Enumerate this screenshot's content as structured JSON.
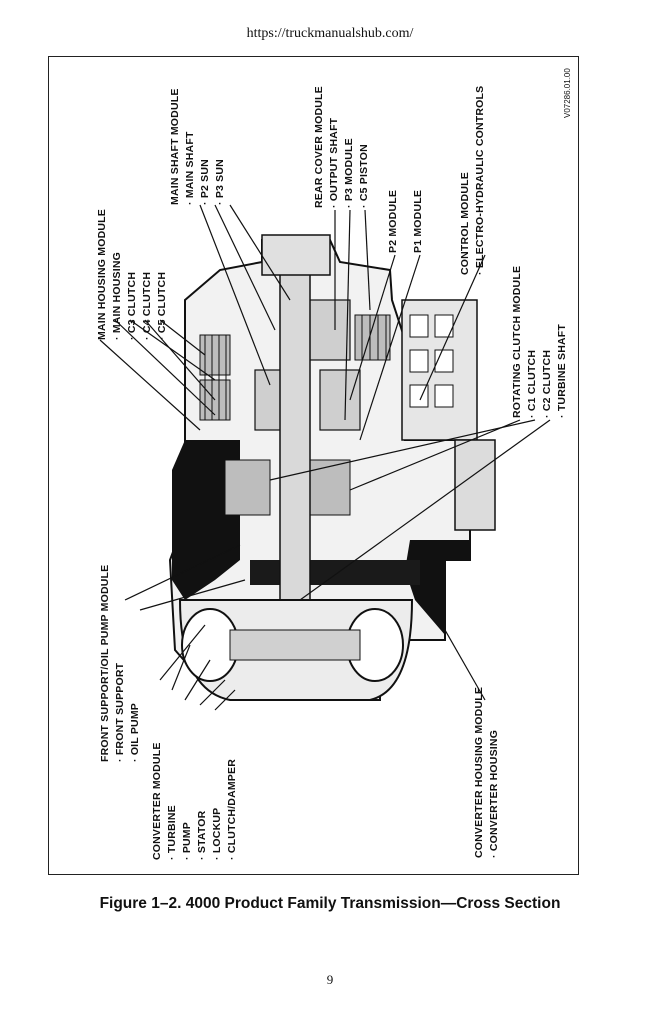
{
  "header": {
    "url": "https://truckmanualshub.com/"
  },
  "figure": {
    "ref_code": "V07286.01.00",
    "caption": "Figure 1–2. 4000 Product Family Transmission—Cross Section",
    "labels": {
      "main_housing": [
        "MAIN HOUSING MODULE",
        "· MAIN HOUSING",
        "· C3 CLUTCH",
        "· C4 CLUTCH",
        "· C5 CLUTCH"
      ],
      "main_shaft": [
        "MAIN SHAFT MODULE",
        "· MAIN SHAFT",
        "· P2 SUN",
        "· P3 SUN"
      ],
      "rear_cover": [
        "REAR COVER MODULE",
        "· OUTPUT SHAFT",
        "· P3 MODULE",
        "· C5 PISTON"
      ],
      "p2_module": [
        "P2 MODULE"
      ],
      "p1_module": [
        "P1 MODULE"
      ],
      "control": [
        "CONTROL MODULE",
        "· ELECTRO-HYDRAULIC CONTROLS"
      ],
      "rotating_clutch": [
        "ROTATING CLUTCH MODULE",
        "· C1 CLUTCH",
        "· C2 CLUTCH",
        "· TURBINE SHAFT"
      ],
      "front_support": [
        "FRONT SUPPORT/OIL PUMP MODULE",
        "· FRONT SUPPORT",
        "· OIL PUMP"
      ],
      "converter": [
        "CONVERTER MODULE",
        "· TURBINE",
        "· PUMP",
        "· STATOR",
        "· LOCKUP",
        "· CLUTCH/DAMPER"
      ],
      "converter_housing": [
        "CONVERTER HOUSING MODULE",
        "· CONVERTER HOUSING"
      ]
    }
  },
  "page_number": "9"
}
